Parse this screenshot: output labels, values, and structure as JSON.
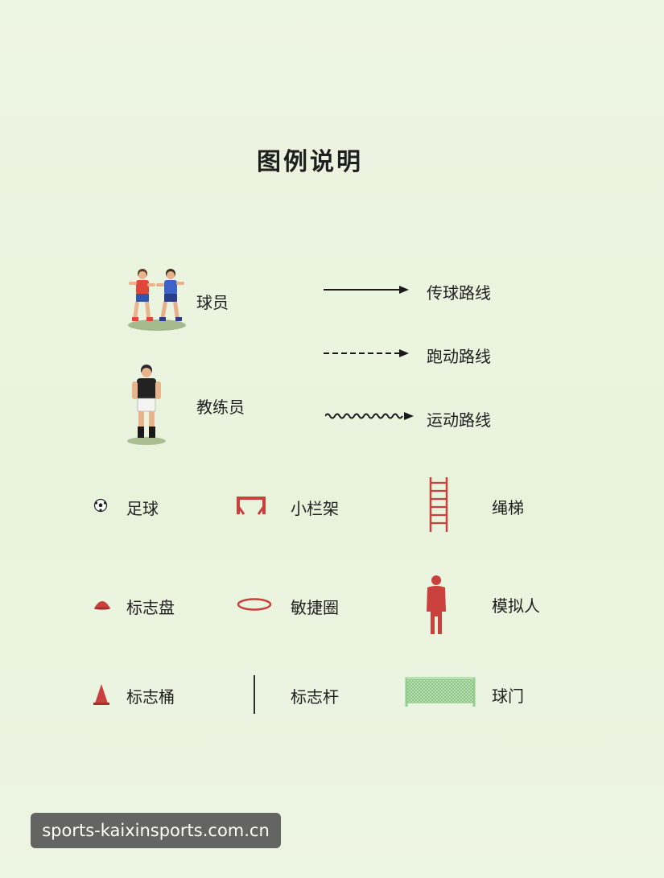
{
  "title": "图例说明",
  "people": {
    "players_label": "球员",
    "coach_label": "教练员"
  },
  "routes": {
    "pass_label": "传球路线",
    "run_label": "跑动路线",
    "move_label": "运动路线"
  },
  "equipment": {
    "ball_label": "足球",
    "hurdle_label": "小栏架",
    "ladder_label": "绳梯",
    "disc_label": "标志盘",
    "ring_label": "敏捷圈",
    "dummy_label": "模拟人",
    "cone_label": "标志桶",
    "pole_label": "标志杆",
    "goal_label": "球门"
  },
  "watermark": "sports-kaixinsports.com.cn",
  "colors": {
    "background": "#ebf4df",
    "equipment_red": "#c9403c",
    "player_red": "#e0463a",
    "player_blue": "#3d63c9",
    "coach_black": "#222222",
    "goal_green": "#8fcf8a"
  },
  "icons": [
    "players-icon",
    "coach-icon",
    "pass-arrow-icon",
    "run-arrow-icon",
    "move-arrow-icon",
    "ball-icon",
    "hurdle-icon",
    "ladder-icon",
    "disc-icon",
    "ring-icon",
    "dummy-icon",
    "cone-icon",
    "pole-icon",
    "goal-icon"
  ]
}
